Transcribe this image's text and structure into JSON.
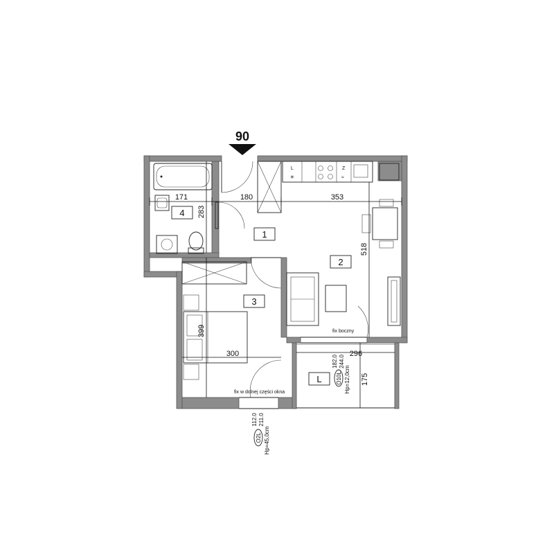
{
  "apartment": {
    "number": "90"
  },
  "rooms": [
    {
      "id": "1",
      "label": "1"
    },
    {
      "id": "2",
      "label": "2"
    },
    {
      "id": "3",
      "label": "3"
    },
    {
      "id": "4",
      "label": "4"
    },
    {
      "id": "L",
      "label": "L"
    }
  ],
  "dimensions": {
    "bath_width": "171",
    "bath_depth": "283",
    "hall_width": "180",
    "living_width": "353",
    "living_depth": "518",
    "bed_width": "300",
    "bed_depth": "399",
    "balcony_width": "296",
    "balcony_depth": "175"
  },
  "notes": {
    "fix_side": "fix boczny",
    "fix_bottom": "fix w dolnej części okna"
  },
  "window_balcony": {
    "line1": "182.0",
    "line2": "244.0",
    "code": "O10L",
    "hp": "Hp=12,0cm"
  },
  "window_bedroom": {
    "line1": "112.0",
    "line2": "211.0",
    "code": "O2L",
    "hp": "Hp=45,0cm"
  },
  "kitchen_labels": {
    "fridge": "L",
    "sink": "Z",
    "sink_sub": "≈"
  }
}
